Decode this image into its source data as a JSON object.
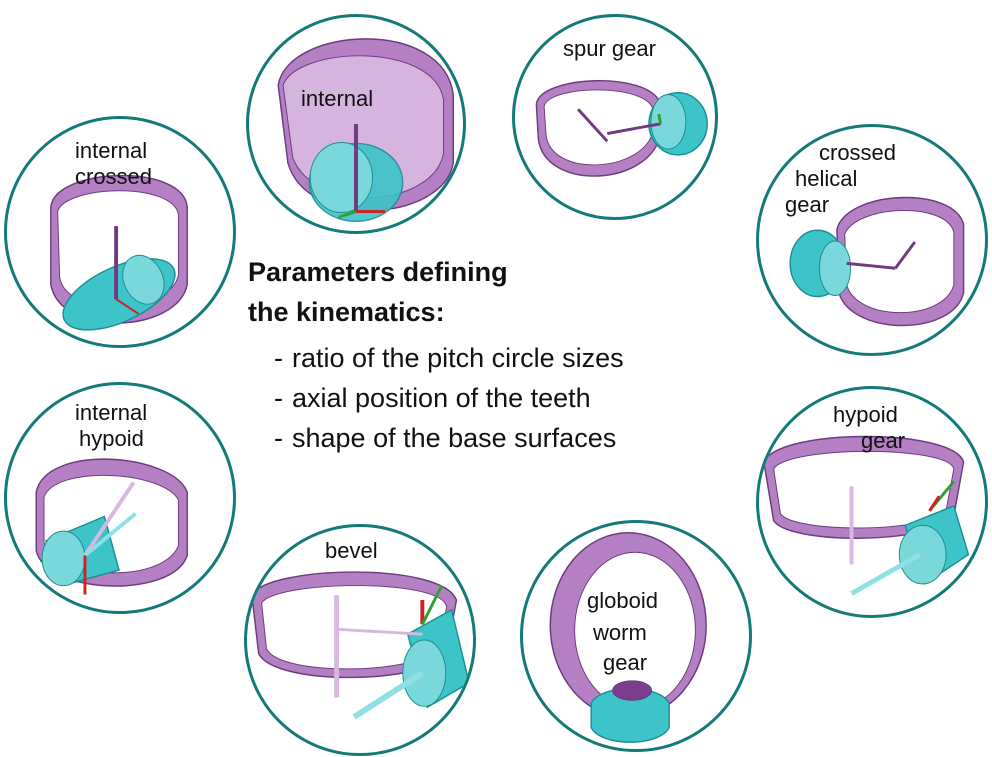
{
  "colors": {
    "circle_border": "#137a78",
    "gear_purple": "#a868b8",
    "gear_purple_dark": "#7a3e8c",
    "gear_cyan": "#3cc4c8",
    "gear_cyan_dark": "#1b8f94",
    "axis_red": "#d02020",
    "axis_green": "#30a030"
  },
  "heading": {
    "line1": "Parameters defining",
    "line2": "the kinematics:"
  },
  "parameters": [
    "ratio of the pitch circle sizes",
    "axial position of the teeth",
    "shape of the base surfaces"
  ],
  "parameter_bullet": "-",
  "gears": {
    "internal": "internal",
    "spur": "spur gear",
    "internal_crossed": [
      "internal",
      "crossed"
    ],
    "crossed_helical": [
      "crossed",
      "helical",
      "gear"
    ],
    "internal_hypoid": [
      "internal",
      "hypoid"
    ],
    "hypoid": [
      "hypoid",
      "gear"
    ],
    "bevel": "bevel",
    "globoid": [
      "globoid",
      "worm",
      "gear"
    ]
  }
}
